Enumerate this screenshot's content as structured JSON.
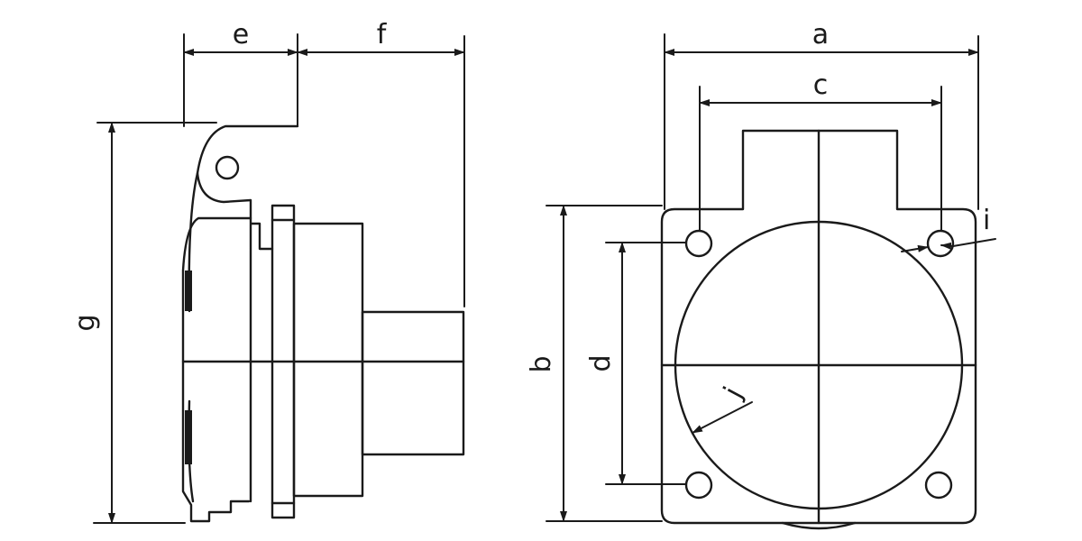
{
  "labels": {
    "a": "a",
    "b": "b",
    "c": "c",
    "d": "d",
    "e": "e",
    "f": "f",
    "g": "g",
    "i": "i",
    "j": "j"
  }
}
